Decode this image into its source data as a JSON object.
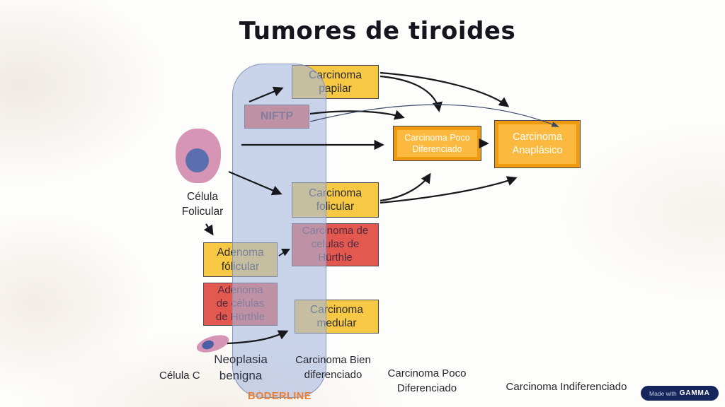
{
  "title": "Tumores de tiroides",
  "nodes": {
    "papilar": "Carcinoma\npapilar",
    "niftp": "NIFTP",
    "poco_diferenciado": "Carcinoma Poco\nDiferenciado",
    "anaplasico": "Carcinoma\nAnaplásico",
    "folicular": "Carcinoma\nfolicular",
    "hurthle_carcinoma": "Carcinoma de\ncelulas de\nHürthle",
    "adenoma_folicular": "Adenoma\nfólicular",
    "adenoma_hurthle": "Adenoma\nde células\nde Hürthle",
    "medular": "Carcinoma\nmedular"
  },
  "cells": {
    "follicular": "Célula\nFolicular",
    "c_cell": "Célula C"
  },
  "categories": {
    "benign": "Neoplasia\nbenigna",
    "borderline": "BODERLINE",
    "well_differentiated": "Carcinoma Bien\ndiferenciado",
    "poorly_differentiated": "Carcinoma Poco\nDiferenciado",
    "undifferentiated": "Carcinoma Indiferenciado"
  },
  "badge": {
    "prefix": "Made with",
    "brand": "GAMMA"
  },
  "colors": {
    "yellow_node": "#F6C844",
    "red_node": "#E3584F",
    "orange_node": "#F09A12",
    "overlay_blue": "#A7B7DD",
    "borderline_text": "#ED7D31",
    "badge_bg": "#16265C"
  }
}
